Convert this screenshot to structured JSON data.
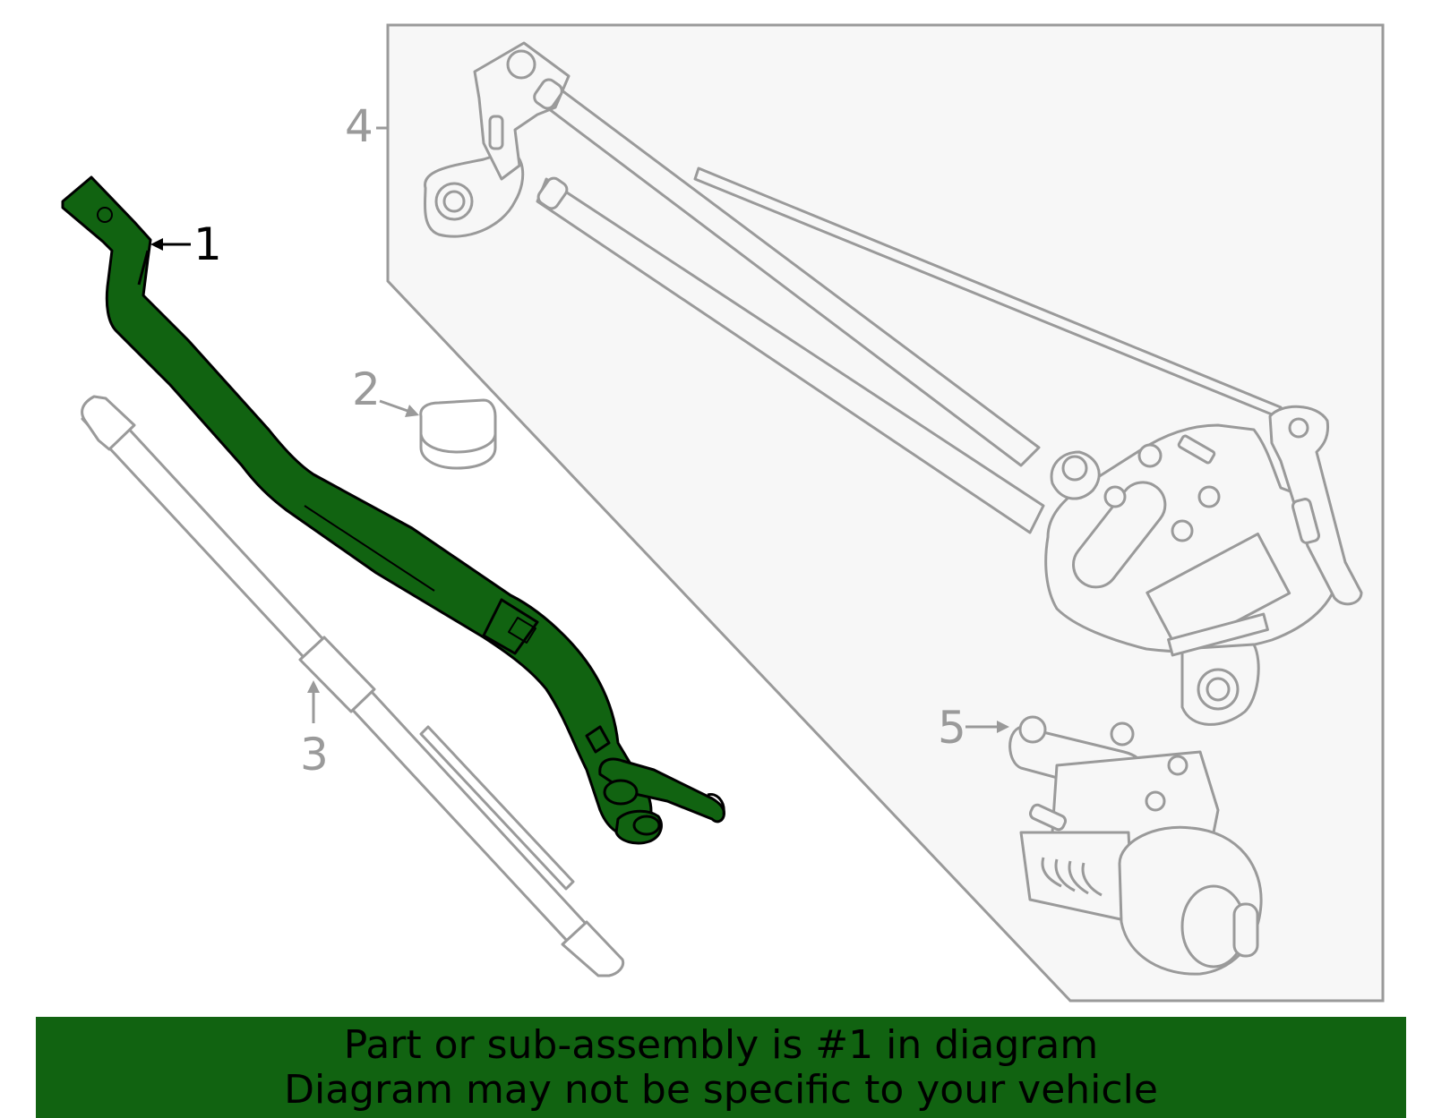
{
  "diagram": {
    "callouts": {
      "c1": "1",
      "c2": "2",
      "c3": "3",
      "c4": "4",
      "c5": "5"
    },
    "highlight_color": "#116311",
    "line_color": "#9a9a9a",
    "panel_fill": "#f7f7f7"
  },
  "banner": {
    "line1": "Part or sub-assembly is #1 in diagram",
    "line2": "Diagram may not be specific to your vehicle",
    "background": "#116311"
  }
}
